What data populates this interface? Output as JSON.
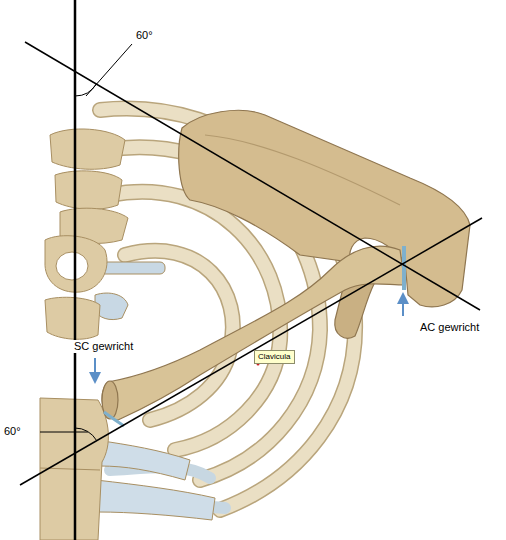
{
  "diagram": {
    "nodes": [
      {
        "text": [
          "Clavicula"
        ]
      }
    ],
    "labels": [
      "60°",
      "AC gewricht",
      "SC gewricht",
      "60°"
    ]
  }
}
